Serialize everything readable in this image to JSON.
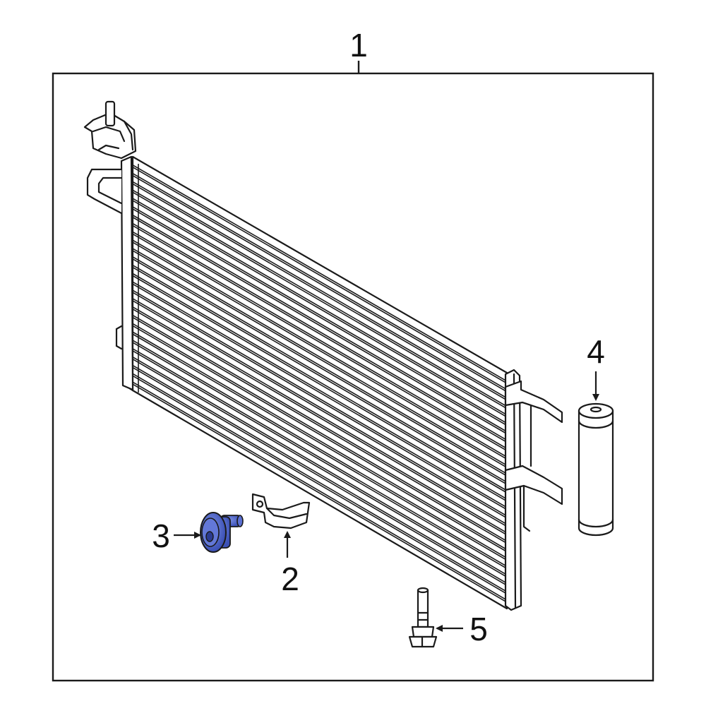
{
  "diagram": {
    "highlight_color": "#4a63c8",
    "line_color": "#1a1a1a",
    "callouts": [
      {
        "id": "1",
        "label": "1"
      },
      {
        "id": "2",
        "label": "2"
      },
      {
        "id": "3",
        "label": "3"
      },
      {
        "id": "4",
        "label": "4"
      },
      {
        "id": "5",
        "label": "5"
      }
    ]
  }
}
